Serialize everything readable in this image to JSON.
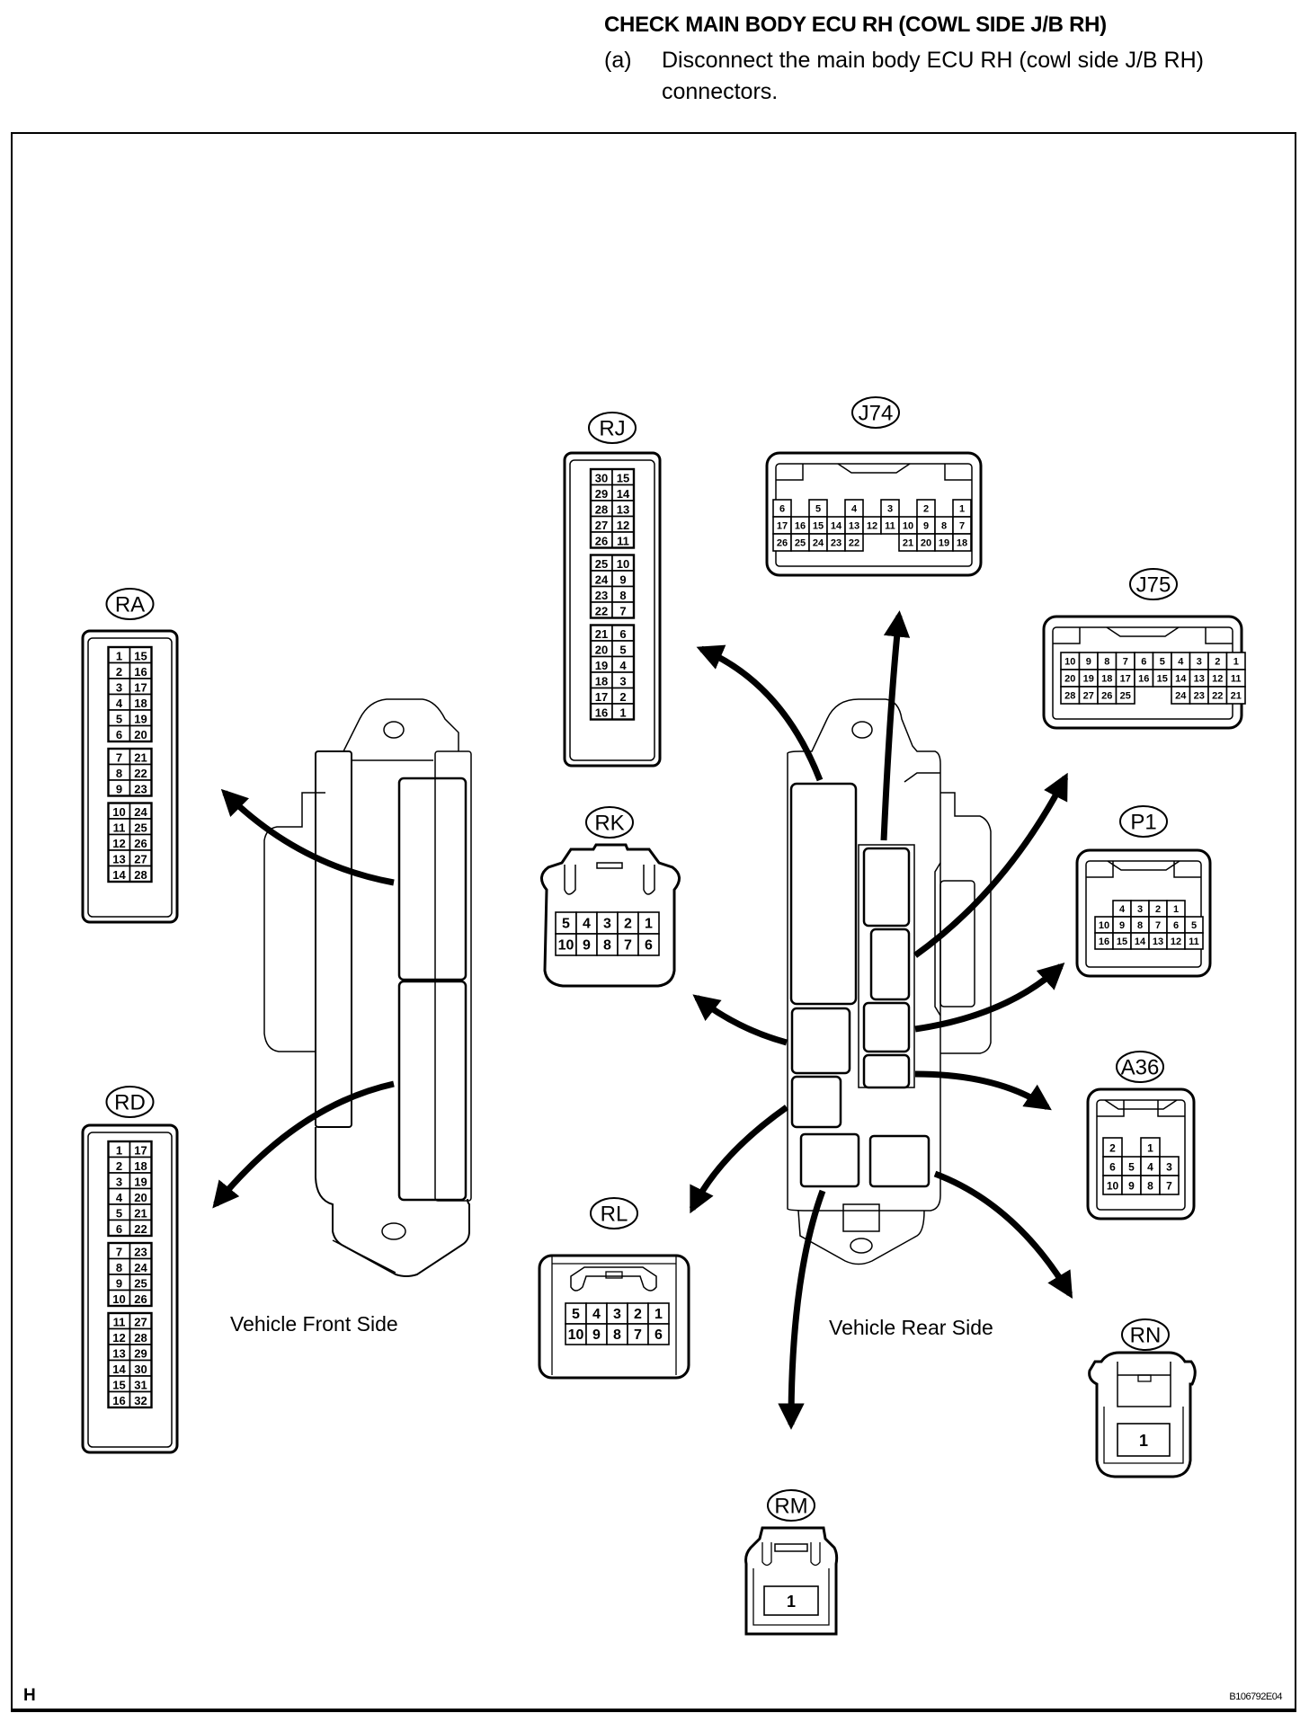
{
  "header": {
    "title": "CHECK MAIN BODY ECU RH (COWL SIDE J/B RH)",
    "step_marker": "(a)",
    "step_text": "Disconnect the main body ECU RH (cowl side J/B RH) connectors."
  },
  "labels": {
    "front_side": "Vehicle Front Side",
    "rear_side": "Vehicle Rear Side",
    "corner_letter": "H",
    "figure_code": "B106792E04"
  },
  "connectors": {
    "RA": {
      "name": "RA",
      "groups": [
        [
          [
            "1",
            "15"
          ],
          [
            "2",
            "16"
          ],
          [
            "3",
            "17"
          ],
          [
            "4",
            "18"
          ],
          [
            "5",
            "19"
          ],
          [
            "6",
            "20"
          ]
        ],
        [
          [
            "7",
            "21"
          ],
          [
            "8",
            "22"
          ],
          [
            "9",
            "23"
          ]
        ],
        [
          [
            "10",
            "24"
          ],
          [
            "11",
            "25"
          ],
          [
            "12",
            "26"
          ],
          [
            "13",
            "27"
          ],
          [
            "14",
            "28"
          ]
        ]
      ]
    },
    "RD": {
      "name": "RD",
      "groups": [
        [
          [
            "1",
            "17"
          ],
          [
            "2",
            "18"
          ],
          [
            "3",
            "19"
          ],
          [
            "4",
            "20"
          ],
          [
            "5",
            "21"
          ],
          [
            "6",
            "22"
          ]
        ],
        [
          [
            "7",
            "23"
          ],
          [
            "8",
            "24"
          ],
          [
            "9",
            "25"
          ],
          [
            "10",
            "26"
          ]
        ],
        [
          [
            "11",
            "27"
          ],
          [
            "12",
            "28"
          ],
          [
            "13",
            "29"
          ],
          [
            "14",
            "30"
          ],
          [
            "15",
            "31"
          ],
          [
            "16",
            "32"
          ]
        ]
      ]
    },
    "RJ": {
      "name": "RJ",
      "groups": [
        [
          [
            "30",
            "15"
          ],
          [
            "29",
            "14"
          ],
          [
            "28",
            "13"
          ],
          [
            "27",
            "12"
          ],
          [
            "26",
            "11"
          ]
        ],
        [
          [
            "25",
            "10"
          ],
          [
            "24",
            "9"
          ],
          [
            "23",
            "8"
          ],
          [
            "22",
            "7"
          ]
        ],
        [
          [
            "21",
            "6"
          ],
          [
            "20",
            "5"
          ],
          [
            "19",
            "4"
          ],
          [
            "18",
            "3"
          ],
          [
            "17",
            "2"
          ],
          [
            "16",
            "1"
          ]
        ]
      ]
    },
    "J74": {
      "name": "J74",
      "rows": [
        [
          "6",
          "",
          "5",
          "",
          "4",
          "",
          "3",
          "",
          "2",
          "",
          "1"
        ],
        [
          "17",
          "16",
          "15",
          "14",
          "13",
          "12",
          "11",
          "10",
          "9",
          "8",
          "7"
        ],
        [
          "26",
          "25",
          "24",
          "23",
          "22",
          "",
          "",
          "21",
          "20",
          "19",
          "18"
        ]
      ]
    },
    "J75": {
      "name": "J75",
      "rows": [
        [
          "10",
          "9",
          "8",
          "7",
          "6",
          "5",
          "4",
          "3",
          "2",
          "1"
        ],
        [
          "20",
          "19",
          "18",
          "17",
          "16",
          "15",
          "14",
          "13",
          "12",
          "11"
        ],
        [
          "28",
          "27",
          "26",
          "25",
          "",
          "",
          "24",
          "23",
          "22",
          "21"
        ]
      ]
    },
    "RK": {
      "name": "RK",
      "rows": [
        [
          "5",
          "4",
          "3",
          "2",
          "1"
        ],
        [
          "10",
          "9",
          "8",
          "7",
          "6"
        ]
      ]
    },
    "RL": {
      "name": "RL",
      "rows": [
        [
          "5",
          "4",
          "3",
          "2",
          "1"
        ],
        [
          "10",
          "9",
          "8",
          "7",
          "6"
        ]
      ]
    },
    "P1": {
      "name": "P1",
      "rows": [
        [
          "",
          "4",
          "3",
          "2",
          "1",
          ""
        ],
        [
          "10",
          "9",
          "8",
          "7",
          "6",
          "5"
        ],
        [
          "16",
          "15",
          "14",
          "13",
          "12",
          "11"
        ]
      ]
    },
    "A36": {
      "name": "A36",
      "rows": [
        [
          "2",
          "",
          "1",
          ""
        ],
        [
          "6",
          "5",
          "4",
          "3"
        ],
        [
          "10",
          "9",
          "8",
          "7"
        ]
      ]
    },
    "RN": {
      "name": "RN",
      "rows": [
        [
          "1"
        ]
      ]
    },
    "RM": {
      "name": "RM",
      "rows": [
        [
          "1"
        ]
      ]
    }
  },
  "style": {
    "line_color": "#000000",
    "background": "#ffffff"
  }
}
